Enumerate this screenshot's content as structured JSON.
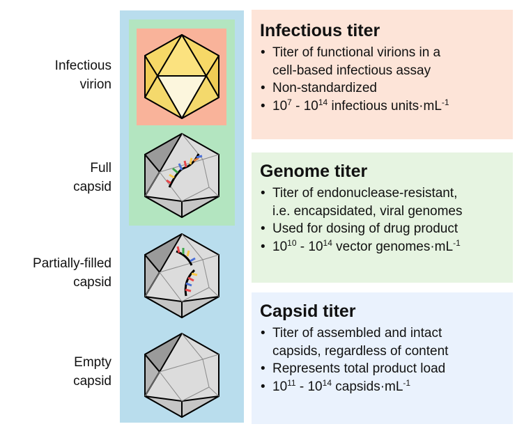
{
  "rows": [
    {
      "line1": "Infectious",
      "line2": "virion"
    },
    {
      "line1": "Full",
      "line2": "capsid"
    },
    {
      "line1": "Partially-filled",
      "line2": "capsid"
    },
    {
      "line1": "Empty",
      "line2": "capsid"
    }
  ],
  "panels": {
    "infectious": {
      "title": "Infectious titer",
      "b1a": "Titer of functional virions in a",
      "b1b": "cell-based infectious assay",
      "b2": "Non-standardized",
      "b3_pre": "10",
      "b3_sup1": "7",
      "b3_mid": " - 10",
      "b3_sup2": "14",
      "b3_unit": " infectious units·mL",
      "b3_sup3": "-1"
    },
    "genome": {
      "title": "Genome titer",
      "b1a": "Titer of endonuclease-resistant,",
      "b1b": "i.e. encapsidated, viral genomes",
      "b2": "Used for dosing of drug product",
      "b3_pre": "10",
      "b3_sup1": "10",
      "b3_mid": " - 10",
      "b3_sup2": "14",
      "b3_unit": " vector genomes·mL",
      "b3_sup3": "-1"
    },
    "capsid": {
      "title": "Capsid titer",
      "b1a": "Titer of assembled and intact",
      "b1b": "capsids, regardless of content",
      "b2": "Represents total product load",
      "b3_pre": "10",
      "b3_sup1": "11",
      "b3_mid": " - 10",
      "b3_sup2": "14",
      "b3_unit": " capsids·mL",
      "b3_sup3": "-1"
    }
  },
  "colors": {
    "column_bg": "#b9dded",
    "full_bg": "#b3e5c0",
    "infectious_bg": "#f9b39a",
    "infectious_panel": "#fde4d8",
    "genome_panel": "#e6f4e1",
    "capsid_panel": "#eaf2fd",
    "virion_yellow": "#f3d55c",
    "capsid_grey": "#c4c4c4"
  }
}
